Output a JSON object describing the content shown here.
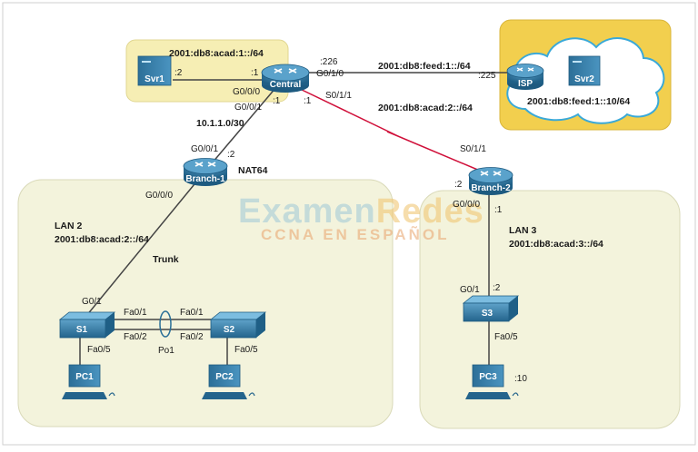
{
  "colors": {
    "zone_fill": "#f3f3dc",
    "zone_stroke": "#d9d9b8",
    "server_room_fill": "#f6eeb4",
    "isp_fill": "#f2cf4e",
    "cloud_fill": "#ffffff",
    "cloud_stroke": "#3aa9d8",
    "device_blue": "#2a6f97",
    "link_black": "#444444",
    "link_serial": "#d0103a"
  },
  "devices": {
    "central": "Central",
    "branch1": "Branch-1",
    "branch2": "Branch-2",
    "isp": "ISP",
    "svr1": "Svr1",
    "svr2": "Svr2",
    "s1": "S1",
    "s2": "S2",
    "s3": "S3",
    "pc1": "PC1",
    "pc2": "PC2",
    "pc3": "PC3"
  },
  "networks": {
    "server_net": "2001:db8:acad:1::/64",
    "isp_link": "2001:db8:feed:1::/64",
    "isp_lan": "2001:db8:feed:1::10/64",
    "serial_net": "2001:db8:acad:2::/64",
    "central_branch1": "10.1.1.0/30",
    "lan2_title": "LAN 2",
    "lan2_net": "2001:db8:acad:2::/64",
    "lan3_title": "LAN 3",
    "lan3_net": "2001:db8:acad:3::/64",
    "nat64": "NAT64",
    "trunk": "Trunk",
    "po1": "Po1"
  },
  "interfaces": {
    "svr1_host": ":2",
    "central_g000_host": ":1",
    "central_g000": "G0/0/0",
    "central_g010_host": ":226",
    "central_g010": "G0/1/0",
    "isp_host": ":225",
    "central_s011": "S0/1/1",
    "central_s011_host": ":1",
    "central_g001": "G0/0/1",
    "central_g001_host": ":1",
    "b1_g001": "G0/0/1",
    "b1_g001_host": ":2",
    "b1_g000": "G0/0/0",
    "b2_s011": "S0/1/1",
    "b2_host": ":2",
    "b2_g000": "G0/0/0",
    "b2_g000_host": ":1",
    "s1_g01": "G0/1",
    "s1_fa01": "Fa0/1",
    "s1_fa02": "Fa0/2",
    "s1_fa05": "Fa0/5",
    "s2_fa01": "Fa0/1",
    "s2_fa02": "Fa0/2",
    "s2_fa05": "Fa0/5",
    "s3_g01": "G0/1",
    "s3_host": ":2",
    "s3_fa05": "Fa0/5",
    "pc3_host": ":10"
  },
  "watermark": {
    "line1a": "Examen",
    "line1b": "Redes",
    "line2": "CCNA EN ESPAÑOL"
  }
}
